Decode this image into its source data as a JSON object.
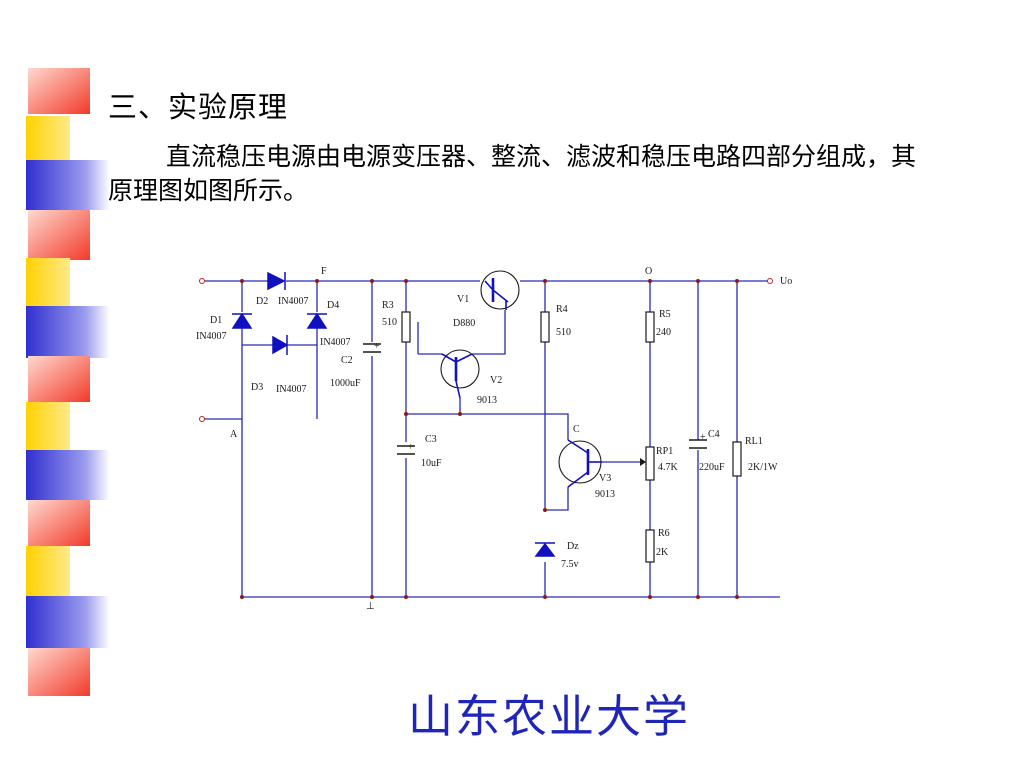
{
  "slide": {
    "title": "三、实验原理",
    "paragraph": "直流稳压电源由电源变压器、整流、滤波和稳压电路四部分组成，其原理图如图所示。",
    "footer": "山东农业大学"
  },
  "colors": {
    "footer_text": "#1f25b8",
    "wire": "#2a2ab0",
    "component": "#1010c0",
    "deco_red": "#f23a2a",
    "deco_yellow": "#ffd200",
    "deco_blue": "#2f2fd0"
  },
  "circuit": {
    "node_labels": {
      "f": "F",
      "o": "O",
      "a": "A",
      "uo": "Uo",
      "ground": "⊥"
    },
    "diodes": [
      {
        "id": "D1",
        "part": "IN4007"
      },
      {
        "id": "D2",
        "part": "IN4007"
      },
      {
        "id": "D3",
        "part": "IN4007"
      },
      {
        "id": "D4",
        "part": "IN4007"
      }
    ],
    "c2": {
      "id": "C2",
      "value": "1000uF"
    },
    "r3": {
      "id": "R3",
      "value": "510"
    },
    "c3": {
      "id": "C3",
      "value": "10uF"
    },
    "v1": {
      "id": "V1",
      "part": "D880"
    },
    "v2": {
      "id": "V2",
      "part": "9013"
    },
    "v3": {
      "id": "V3",
      "part": "9013"
    },
    "r4": {
      "id": "R4",
      "value": "510"
    },
    "node_c": "C",
    "dz": {
      "id": "Dz",
      "value": "7.5v"
    },
    "r5": {
      "id": "R5",
      "value": "240"
    },
    "rp1": {
      "id": "RP1",
      "value": "4.7K"
    },
    "r6": {
      "id": "R6",
      "value": "2K"
    },
    "c4": {
      "id": "C4",
      "value": "220uF"
    },
    "rl1": {
      "id": "RL1",
      "value": "2K/1W"
    }
  }
}
